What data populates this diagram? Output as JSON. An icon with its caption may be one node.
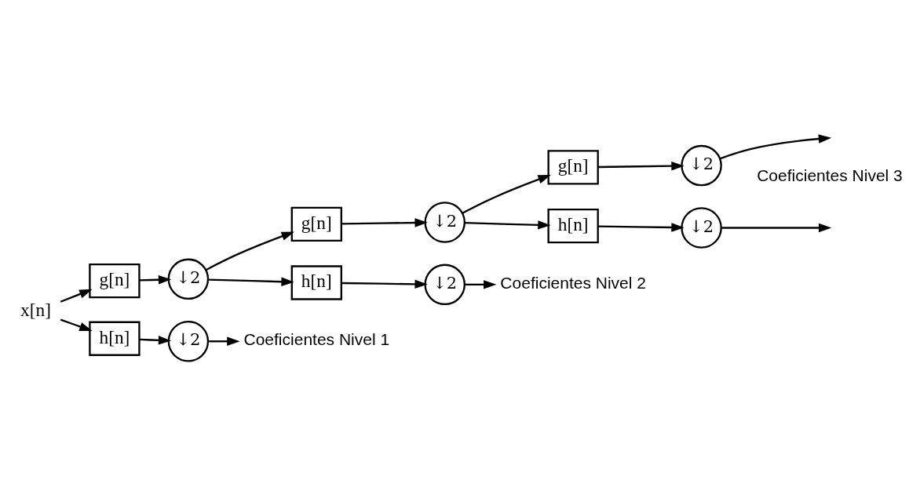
{
  "diagram": {
    "nodes": [
      {
        "text": [
          "x[n]"
        ]
      },
      {
        "text": [
          "g[n]"
        ]
      },
      {
        "text": [
          "h[n]"
        ]
      },
      {
        "text": [
          "↓2"
        ]
      },
      {
        "text": [
          "↓2"
        ]
      },
      {
        "text": [
          "Coeficientes Nivel 1"
        ]
      },
      {
        "text": [
          "g[n]"
        ]
      },
      {
        "text": [
          "h[n]"
        ]
      },
      {
        "text": [
          "↓2"
        ]
      },
      {
        "text": [
          "↓2"
        ]
      },
      {
        "text": [
          "Coeficientes Nivel 2"
        ]
      },
      {
        "text": [
          "g[n]"
        ]
      },
      {
        "text": [
          "h[n]"
        ]
      },
      {
        "text": [
          "↓2"
        ]
      },
      {
        "text": [
          "↓2"
        ]
      }
    ],
    "edges": [
      {
        "from": 0,
        "to": 1,
        "arrow": "to"
      },
      {
        "from": 0,
        "to": 2,
        "arrow": "to"
      },
      {
        "from": 1,
        "to": 3,
        "arrow": "to"
      },
      {
        "from": 2,
        "to": 4,
        "arrow": "to"
      },
      {
        "from": 4,
        "to": 5,
        "arrow": "to"
      },
      {
        "from": 3,
        "to": 6,
        "arrow": "to"
      },
      {
        "from": 3,
        "to": 7,
        "arrow": "to"
      },
      {
        "from": 7,
        "to": 9,
        "arrow": "to"
      },
      {
        "from": 9,
        "to": 10,
        "arrow": "to"
      },
      {
        "from": 6,
        "to": 8,
        "arrow": "to"
      },
      {
        "from": 8,
        "to": 11,
        "arrow": "to"
      },
      {
        "from": 8,
        "to": 12,
        "arrow": "to"
      },
      {
        "from": 11,
        "to": 13,
        "arrow": "to"
      },
      {
        "from": 12,
        "to": 14,
        "arrow": "to"
      },
      {
        "from": 13,
        "to": null,
        "arrow": "to"
      },
      {
        "from": 14,
        "to": null,
        "arrow": "to"
      }
    ],
    "labels": [
      "Coeficientes Nivel 3"
    ]
  }
}
